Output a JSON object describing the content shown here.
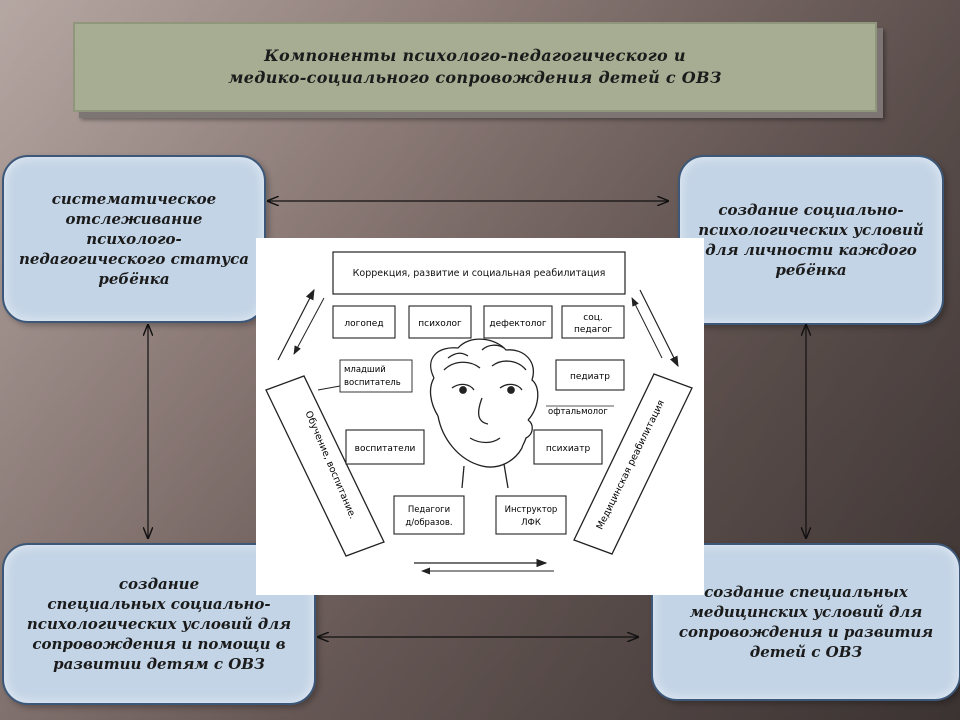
{
  "title": {
    "line1": "Компоненты психолого-педагогического и",
    "line2": "медико-социального сопровождения детей с  ОВЗ"
  },
  "cards": {
    "top_left": [
      "систематическое",
      "отслеживание",
      "психолого-",
      "педагогического статуса",
      "ребёнка"
    ],
    "top_right": [
      "создание социально-",
      "психологических условий",
      "для личности каждого",
      "ребёнка"
    ],
    "bottom_left": [
      "создание",
      "специальных социально-",
      "психологических условий для",
      "сопровождения и помощи в",
      "развитии детям с ОВЗ"
    ],
    "bottom_right": [
      "создание специальных",
      "медицинских условий для",
      "сопровождения и развития",
      "детей с ОВЗ"
    ]
  },
  "diagram": {
    "top_box": "Коррекция, развитие и социальная реабилитация",
    "specialists": [
      "логопед",
      "психолог",
      "дефектолог",
      "соц.",
      "педагог"
    ],
    "left_band": "Обучение, воспитание.",
    "right_band": "Медицинская реабилитация",
    "junior_teacher": [
      "младший",
      "воспитатель"
    ],
    "ophthalmologist": "офтальмолог",
    "pediatrician": "педиатр",
    "teachers": "воспитатели",
    "psychiatrist": "психиатр",
    "ped_teachers": [
      "Педагоги",
      "д/образов."
    ],
    "lfk": [
      "Инструктор",
      "ЛФК"
    ]
  },
  "colors": {
    "card_fill": "#c3d4e6",
    "card_border": "#3c5778",
    "title_fill": "#a7ad93"
  }
}
